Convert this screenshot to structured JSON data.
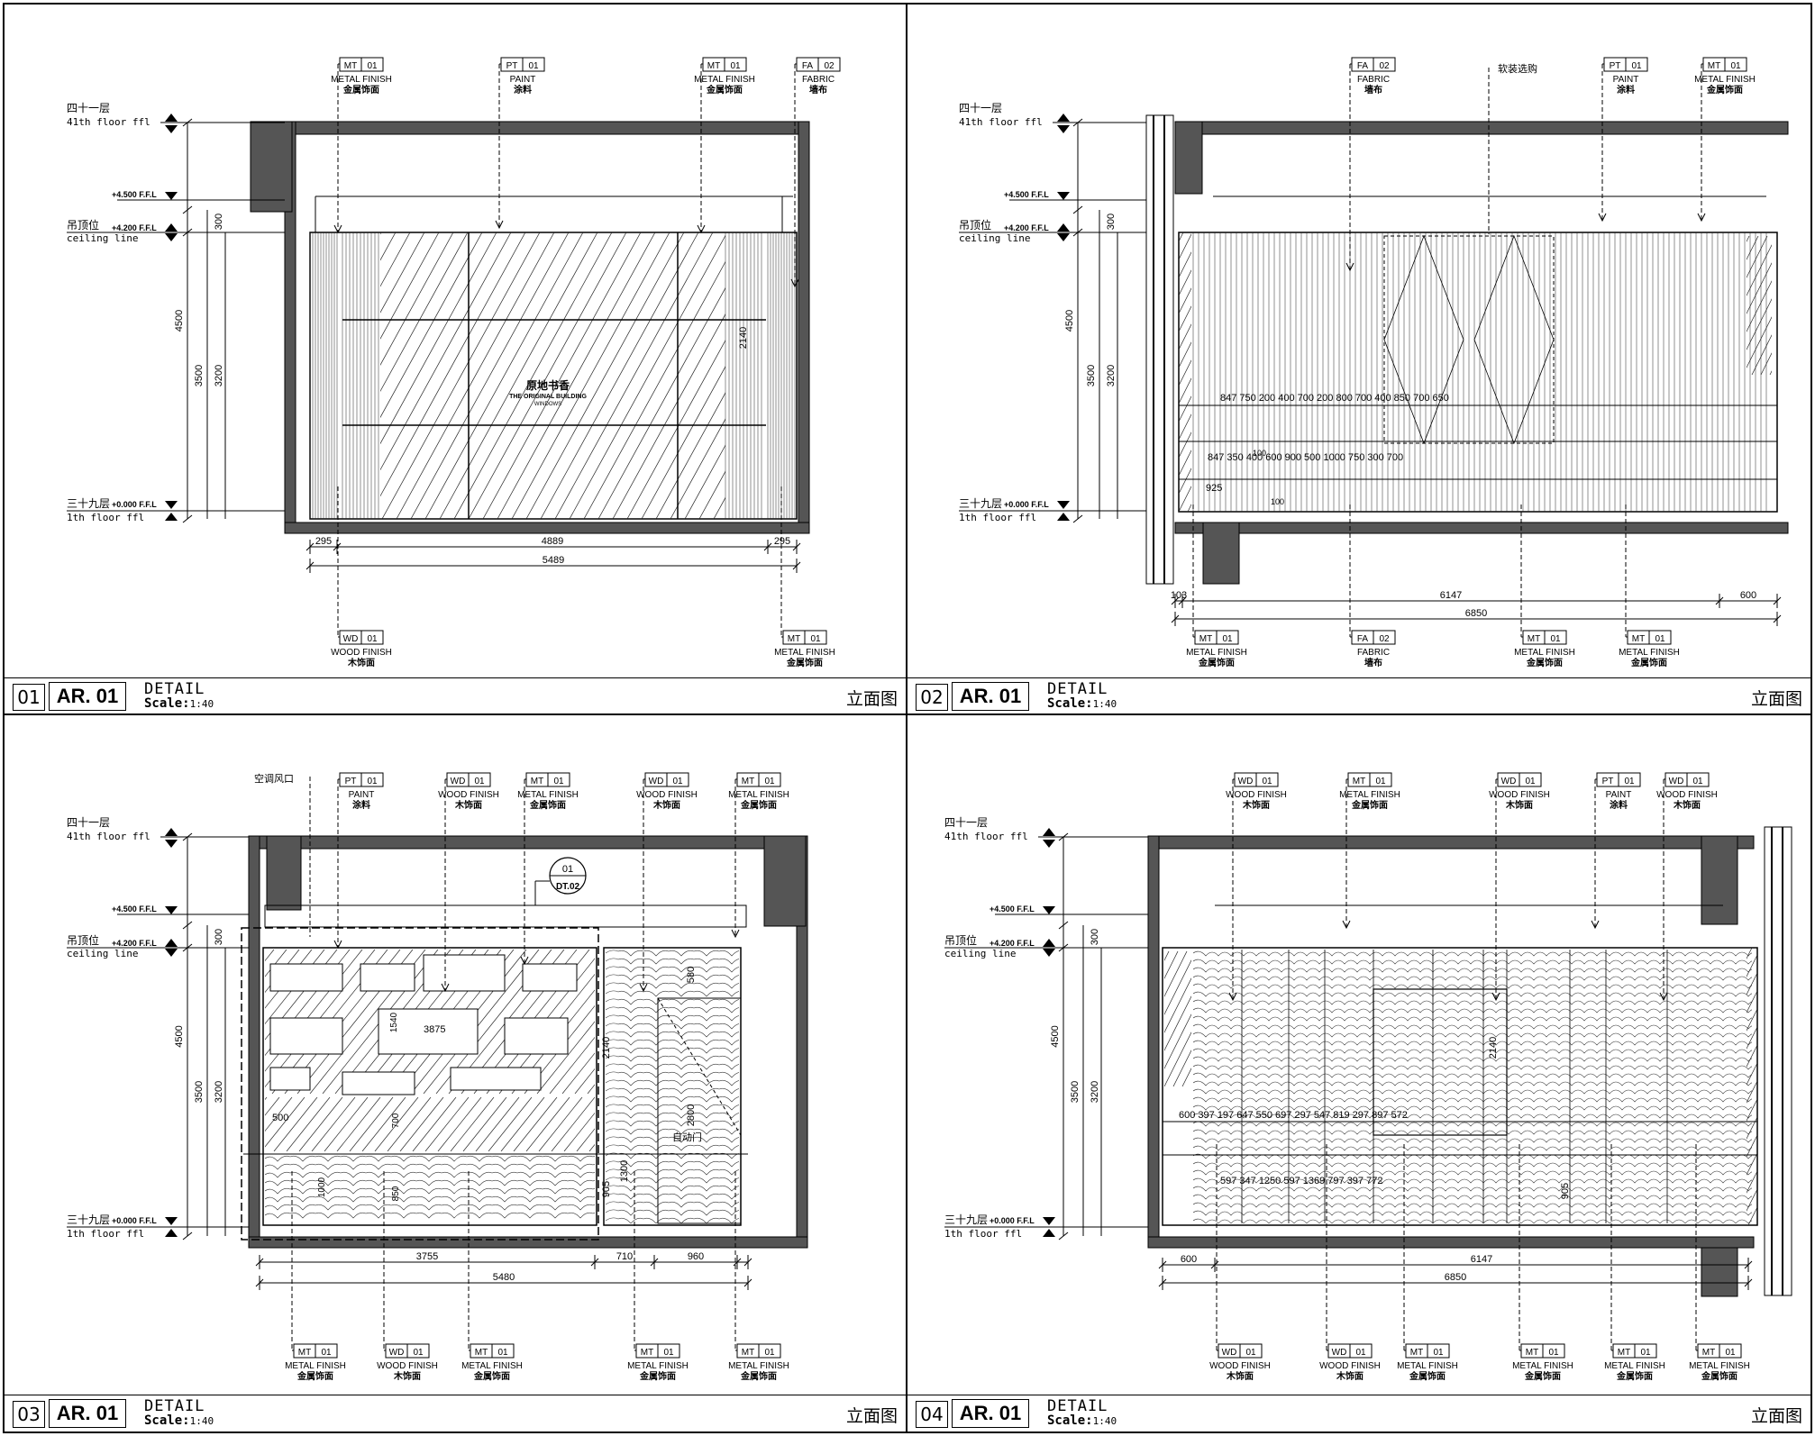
{
  "panels": [
    {
      "number": "01",
      "drawing_no": "AR. 01",
      "title": "DETAIL",
      "scale_label": "Scale:",
      "scale": "1:40",
      "view_type": "立面图",
      "level_top": "四十一层",
      "level_top_en": "41th floor ffl",
      "ceiling_cn": "吊顶位",
      "ceiling_en": "ceiling line",
      "level_bot": "三十九层",
      "level_bot_en": "1th floor ffl",
      "level_ffl_1": "+4.500 F.F.L",
      "level_ffl_2": "+4.200 F.F.L",
      "level_ffl_3": "+0.000 F.F.L",
      "dims_v": [
        "4500",
        "300",
        "3500",
        "3200",
        "2140"
      ],
      "dims_h": [
        "295",
        "4889",
        "295",
        "5489"
      ],
      "logo_cn": "原地书香",
      "logo_en": "THE ORIGINAL BUILDING",
      "logo_en2": "WINDOWS",
      "tags_top": [
        {
          "code": "MT",
          "no": "01",
          "en": "METAL FINISH",
          "cn": "金属饰面"
        },
        {
          "code": "PT",
          "no": "01",
          "en": "PAINT",
          "cn": "涂料"
        },
        {
          "code": "MT",
          "no": "01",
          "en": "METAL FINISH",
          "cn": "金属饰面"
        },
        {
          "code": "FA",
          "no": "02",
          "en": "FABRIC",
          "cn": "墙布"
        }
      ],
      "tags_bottom": [
        {
          "code": "WD",
          "no": "01",
          "en": "WOOD FINISH",
          "cn": "木饰面"
        },
        {
          "code": "MT",
          "no": "01",
          "en": "METAL FINISH",
          "cn": "金属饰面"
        }
      ]
    },
    {
      "number": "02",
      "drawing_no": "AR. 01",
      "title": "DETAIL",
      "scale_label": "Scale:",
      "scale": "1:40",
      "view_type": "立面图",
      "level_top": "四十一层",
      "level_top_en": "41th floor ffl",
      "ceiling_cn": "吊顶位",
      "ceiling_en": "ceiling line",
      "level_bot": "三十九层",
      "level_bot_en": "1th floor ffl",
      "level_ffl_1": "+4.500 F.F.L",
      "level_ffl_2": "+4.200 F.F.L",
      "level_ffl_3": "+0.000 F.F.L",
      "dims_v": [
        "4500",
        "300",
        "3500",
        "3200"
      ],
      "dims_row1": [
        "847",
        "750",
        "200",
        "400",
        "700",
        "200",
        "800",
        "700",
        "400",
        "850",
        "700",
        "650"
      ],
      "dims_row2": [
        "847",
        "350",
        "400",
        "600",
        "900",
        "500",
        "1000",
        "750",
        "300",
        "700"
      ],
      "dims_small": [
        "925",
        "100",
        "100"
      ],
      "dims_h": [
        "103",
        "6147",
        "600",
        "6850"
      ],
      "note_top": "软装选购",
      "tags_top": [
        {
          "code": "FA",
          "no": "02",
          "en": "FABRIC",
          "cn": "墙布"
        },
        {
          "code": "PT",
          "no": "01",
          "en": "PAINT",
          "cn": "涂料"
        },
        {
          "code": "MT",
          "no": "01",
          "en": "METAL FINISH",
          "cn": "金属饰面"
        }
      ],
      "tags_bottom": [
        {
          "code": "MT",
          "no": "01",
          "en": "METAL FINISH",
          "cn": "金属饰面"
        },
        {
          "code": "FA",
          "no": "02",
          "en": "FABRIC",
          "cn": "墙布"
        },
        {
          "code": "MT",
          "no": "01",
          "en": "METAL FINISH",
          "cn": "金属饰面"
        },
        {
          "code": "MT",
          "no": "01",
          "en": "METAL FINISH",
          "cn": "金属饰面"
        }
      ]
    },
    {
      "number": "03",
      "drawing_no": "AR. 01",
      "title": "DETAIL",
      "scale_label": "Scale:",
      "scale": "1:40",
      "view_type": "立面图",
      "level_top": "四十一层",
      "level_top_en": "41th floor ffl",
      "ceiling_cn": "吊顶位",
      "ceiling_en": "ceiling line",
      "level_bot": "三十九层",
      "level_bot_en": "1th floor ffl",
      "level_ffl_1": "+4.500 F.F.L",
      "level_ffl_2": "+4.200 F.F.L",
      "level_ffl_3": "+0.000 F.F.L",
      "dims_v": [
        "4500",
        "300",
        "3500",
        "3200",
        "2140",
        "580",
        "2800",
        "1300",
        "905",
        "1000",
        "850",
        "700",
        "1540"
      ],
      "dims_misc": [
        "3875",
        "500"
      ],
      "dims_h": [
        "3755",
        "710",
        "960",
        "5480"
      ],
      "note_air": "空调风口",
      "note_auto": "自动门",
      "detail_callout_no": "01",
      "detail_callout_sheet": "DT.02",
      "tags_top": [
        {
          "code": "PT",
          "no": "01",
          "en": "PAINT",
          "cn": "涂料"
        },
        {
          "code": "WD",
          "no": "01",
          "en": "WOOD FINISH",
          "cn": "木饰面"
        },
        {
          "code": "MT",
          "no": "01",
          "en": "METAL FINISH",
          "cn": "金属饰面"
        },
        {
          "code": "WD",
          "no": "01",
          "en": "WOOD FINISH",
          "cn": "木饰面"
        },
        {
          "code": "MT",
          "no": "01",
          "en": "METAL FINISH",
          "cn": "金属饰面"
        }
      ],
      "tags_bottom": [
        {
          "code": "MT",
          "no": "01",
          "en": "METAL FINISH",
          "cn": "金属饰面"
        },
        {
          "code": "WD",
          "no": "01",
          "en": "WOOD FINISH",
          "cn": "木饰面"
        },
        {
          "code": "MT",
          "no": "01",
          "en": "METAL FINISH",
          "cn": "金属饰面"
        },
        {
          "code": "MT",
          "no": "01",
          "en": "METAL FINISH",
          "cn": "金属饰面"
        },
        {
          "code": "MT",
          "no": "01",
          "en": "METAL FINISH",
          "cn": "金属饰面"
        }
      ]
    },
    {
      "number": "04",
      "drawing_no": "AR. 01",
      "title": "DETAIL",
      "scale_label": "Scale:",
      "scale": "1:40",
      "view_type": "立面图",
      "level_top": "四十一层",
      "level_top_en": "41th floor ffl",
      "ceiling_cn": "吊顶位",
      "ceiling_en": "ceiling line",
      "level_bot": "三十九层",
      "level_bot_en": "1th floor ffl",
      "level_ffl_1": "+4.500 F.F.L",
      "level_ffl_2": "+4.200 F.F.L",
      "level_ffl_3": "+0.000 F.F.L",
      "dims_v": [
        "4500",
        "300",
        "3500",
        "3200",
        "2140",
        "905"
      ],
      "dims_row1": [
        "600",
        "397",
        "197",
        "647",
        "550",
        "697",
        "297",
        "547",
        "819",
        "297",
        "897",
        "572"
      ],
      "dims_row2": [
        "597",
        "347",
        "1250",
        "597",
        "1369",
        "797",
        "397",
        "772"
      ],
      "dims_h": [
        "600",
        "6147",
        "6850"
      ],
      "tags_top": [
        {
          "code": "WD",
          "no": "01",
          "en": "WOOD FINISH",
          "cn": "木饰面"
        },
        {
          "code": "MT",
          "no": "01",
          "en": "METAL FINISH",
          "cn": "金属饰面"
        },
        {
          "code": "WD",
          "no": "01",
          "en": "WOOD FINISH",
          "cn": "木饰面"
        },
        {
          "code": "PT",
          "no": "01",
          "en": "PAINT",
          "cn": "涂料"
        },
        {
          "code": "WD",
          "no": "01",
          "en": "WOOD FINISH",
          "cn": "木饰面"
        }
      ],
      "tags_bottom": [
        {
          "code": "WD",
          "no": "01",
          "en": "WOOD FINISH",
          "cn": "木饰面"
        },
        {
          "code": "WD",
          "no": "01",
          "en": "WOOD FINISH",
          "cn": "木饰面"
        },
        {
          "code": "MT",
          "no": "01",
          "en": "METAL FINISH",
          "cn": "金属饰面"
        },
        {
          "code": "MT",
          "no": "01",
          "en": "METAL FINISH",
          "cn": "金属饰面"
        },
        {
          "code": "MT",
          "no": "01",
          "en": "METAL FINISH",
          "cn": "金属饰面"
        },
        {
          "code": "MT",
          "no": "01",
          "en": "METAL FINISH",
          "cn": "金属饰面"
        }
      ]
    }
  ],
  "colors": {
    "line": "#000000",
    "wall_fill": "#555555",
    "hatch": "#222222"
  }
}
